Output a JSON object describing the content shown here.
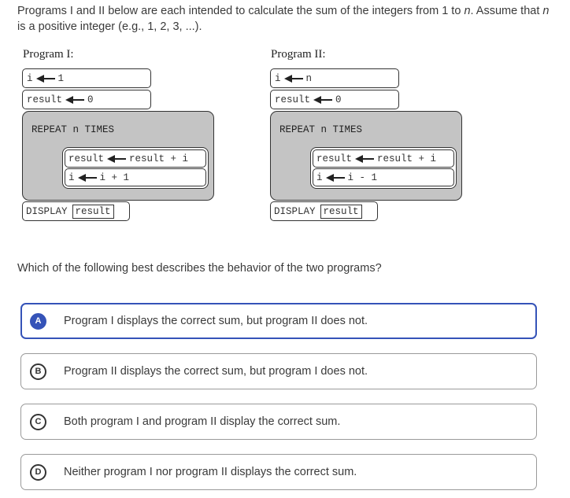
{
  "question": {
    "intro_part1": "Programs I and II below are each intended to calculate the sum of the integers from 1 to ",
    "intro_n": "n",
    "intro_part2": ". Assume that ",
    "intro_n2": "n",
    "intro_part3": " is a positive integer (e.g., 1, 2, 3, ...).",
    "prompt": "Which of the following best describes the behavior of the two programs?"
  },
  "program1": {
    "title": "Program I:",
    "line1_var": "i",
    "line1_val": "1",
    "line2_var": "result",
    "line2_val": "0",
    "repeat": "REPEAT n TIMES",
    "inner1_left": "result",
    "inner1_right": "result + i",
    "inner2_left": "i",
    "inner2_right": "i + 1",
    "display": "DISPLAY",
    "display_var": "result"
  },
  "program2": {
    "title": "Program II:",
    "line1_var": "i",
    "line1_val": "n",
    "line2_var": "result",
    "line2_val": "0",
    "repeat": "REPEAT n TIMES",
    "inner1_left": "result",
    "inner1_right": "result + i",
    "inner2_left": "i",
    "inner2_right": "i - 1",
    "display": "DISPLAY",
    "display_var": "result"
  },
  "options": [
    {
      "letter": "A",
      "text": "Program I displays the correct sum, but program II does not.",
      "selected": true
    },
    {
      "letter": "B",
      "text": "Program II displays the correct sum, but program I does not.",
      "selected": false
    },
    {
      "letter": "C",
      "text": "Both program I and program II display the correct sum.",
      "selected": false
    },
    {
      "letter": "D",
      "text": "Neither program I nor program II displays the correct sum.",
      "selected": false
    }
  ],
  "colors": {
    "accent": "#3553b8",
    "repeat_fill": "#c4c4c4",
    "border": "#9a9a9a"
  }
}
